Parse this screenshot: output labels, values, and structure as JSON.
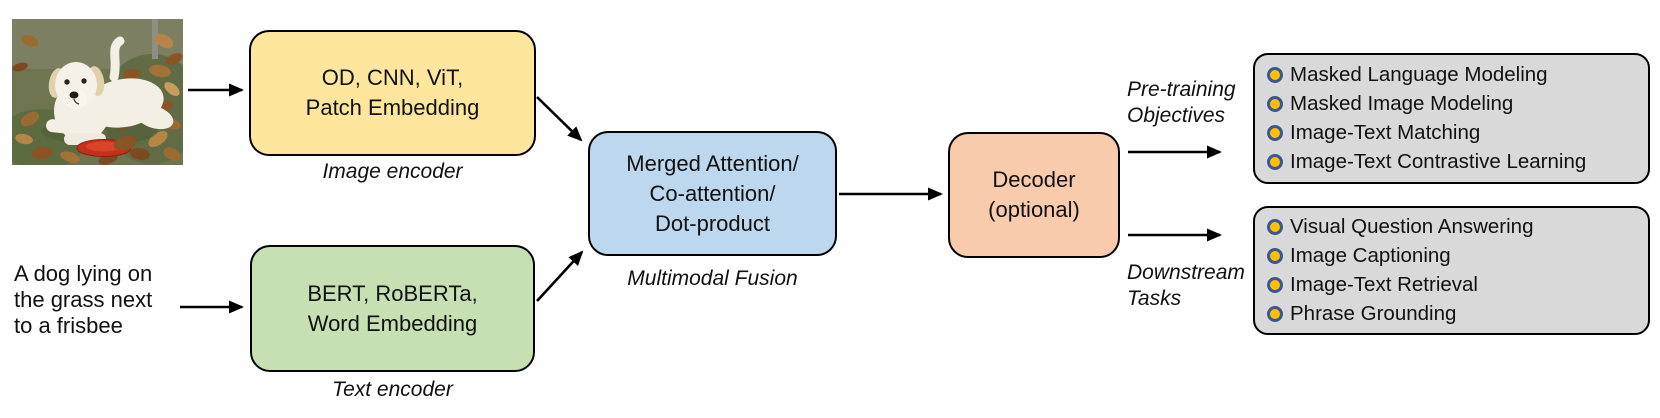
{
  "diagram": {
    "photo_alt": "White dog lying on grass with autumn leaves and a red frisbee",
    "caption_lines": [
      "A dog lying on",
      "the grass next",
      "to a frisbee"
    ],
    "image_encoder": {
      "box_lines": [
        "OD, CNN, ViT,",
        "Patch Embedding"
      ],
      "label": "Image encoder",
      "color": "#FEE69C"
    },
    "text_encoder": {
      "box_lines": [
        "BERT, RoBERTa,",
        "Word Embedding"
      ],
      "label": "Text encoder",
      "color": "#C6E0B4"
    },
    "fusion": {
      "box_lines": [
        "Merged Attention/",
        "Co-attention/",
        "Dot-product"
      ],
      "label": "Multimodal Fusion",
      "color": "#BDD7EE"
    },
    "decoder": {
      "box_lines": [
        "Decoder",
        "(optional)"
      ],
      "color": "#F8CBAD"
    },
    "pretraining": {
      "label_lines": [
        "Pre-training",
        "Objectives"
      ],
      "items": [
        "Masked Language Modeling",
        "Masked Image Modeling",
        "Image-Text Matching",
        "Image-Text Contrastive Learning"
      ],
      "panel_color": "#D9D9D9"
    },
    "downstream": {
      "label_lines": [
        "Downstream",
        "Tasks"
      ],
      "items": [
        "Visual Question Answering",
        "Image Captioning",
        "Image-Text Retrieval",
        "Phrase Grounding"
      ],
      "panel_color": "#D9D9D9"
    },
    "bullet_colors": {
      "fill": "#FFC000",
      "ring": "#3A5795"
    },
    "arrow_color": "#000000"
  }
}
